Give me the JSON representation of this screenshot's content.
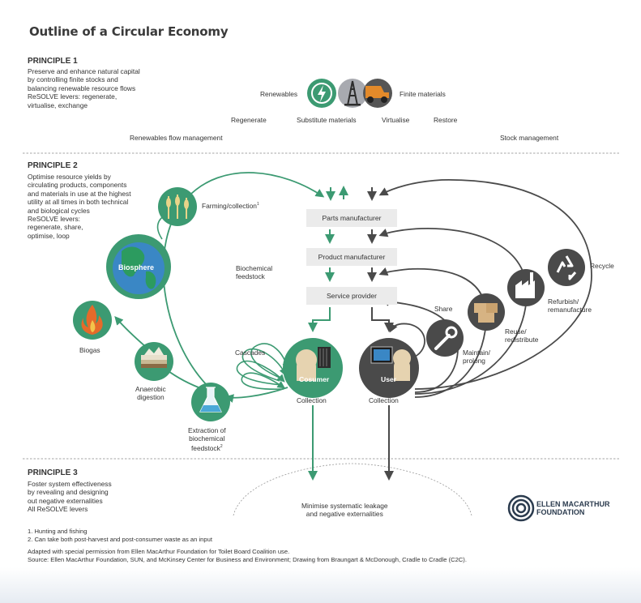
{
  "title": "Outline of a Circular Economy",
  "principle1": {
    "heading": "PRINCIPLE 1",
    "body": "Preserve and enhance natural capital\nby controlling finite stocks and\nbalancing renewable resource flows\nReSOLVE levers: regenerate,\nvirtualise, exchange",
    "renewables": "Renewables",
    "finite": "Finite materials",
    "levers": [
      "Regenerate",
      "Substitute materials",
      "Virtualise",
      "Restore"
    ],
    "left_flow": "Renewables flow management",
    "right_flow": "Stock management"
  },
  "principle2": {
    "heading": "PRINCIPLE 2",
    "body": "Optimise resource yields by\ncirculating products, components\nand materials in use at the highest\nutility at all times in both technical\nand biological cycles\nReSOLVE levers:\nregenerate, share,\noptimise, loop"
  },
  "diagram": {
    "farming": "Farming/collection",
    "farming_note": "1",
    "biosphere": "Biosphere",
    "biogas": "Biogas",
    "anaerobic": "Anaerobic\ndigestion",
    "extraction": "Extraction of\nbiochemical\nfeedstock",
    "extraction_note": "2",
    "biochemical": "Biochemical\nfeedstock",
    "cascades": "Cascades",
    "parts": "Parts manufacturer",
    "product": "Product manufacturer",
    "service": "Service provider",
    "consumer": "Cosumer",
    "user": "User",
    "collection_left": "Collection",
    "collection_right": "Collection",
    "share": "Share",
    "maintain": "Maintain/\nprolong",
    "reuse": "Reuse/\nredistribute",
    "refurbish": "Refurbish/\nremanufacture",
    "recycle": "Recycle"
  },
  "principle3": {
    "heading": "PRINCIPLE 3",
    "body": "Foster system effectiveness\nby revealing and designing\nout negative externalities\nAll ReSOLVE levers",
    "leakage": "Minimise systematic leakage\nand negative externalities"
  },
  "logo": {
    "line1": "ELLEN MACARTHUR",
    "line2": "FOUNDATION"
  },
  "footnotes": {
    "n1": "1. Hunting and fishing",
    "n2": "2. Can take both post-harvest and post-consumer waste as an input",
    "adapted": "Adapted with special permission from Ellen MacArthur Foundation for Toilet Board Coalition use.",
    "source": "Source: Ellen MacArthur Foundation, SUN, and McKinsey Center for Business and Environment; Drawing from Braungart & McDonough, Cradle to Cradle (C2C)."
  },
  "colors": {
    "green": "#3c9a72",
    "dark": "#4a4a4a",
    "blue": "#2f8fc4",
    "box": "#ebebeb"
  }
}
